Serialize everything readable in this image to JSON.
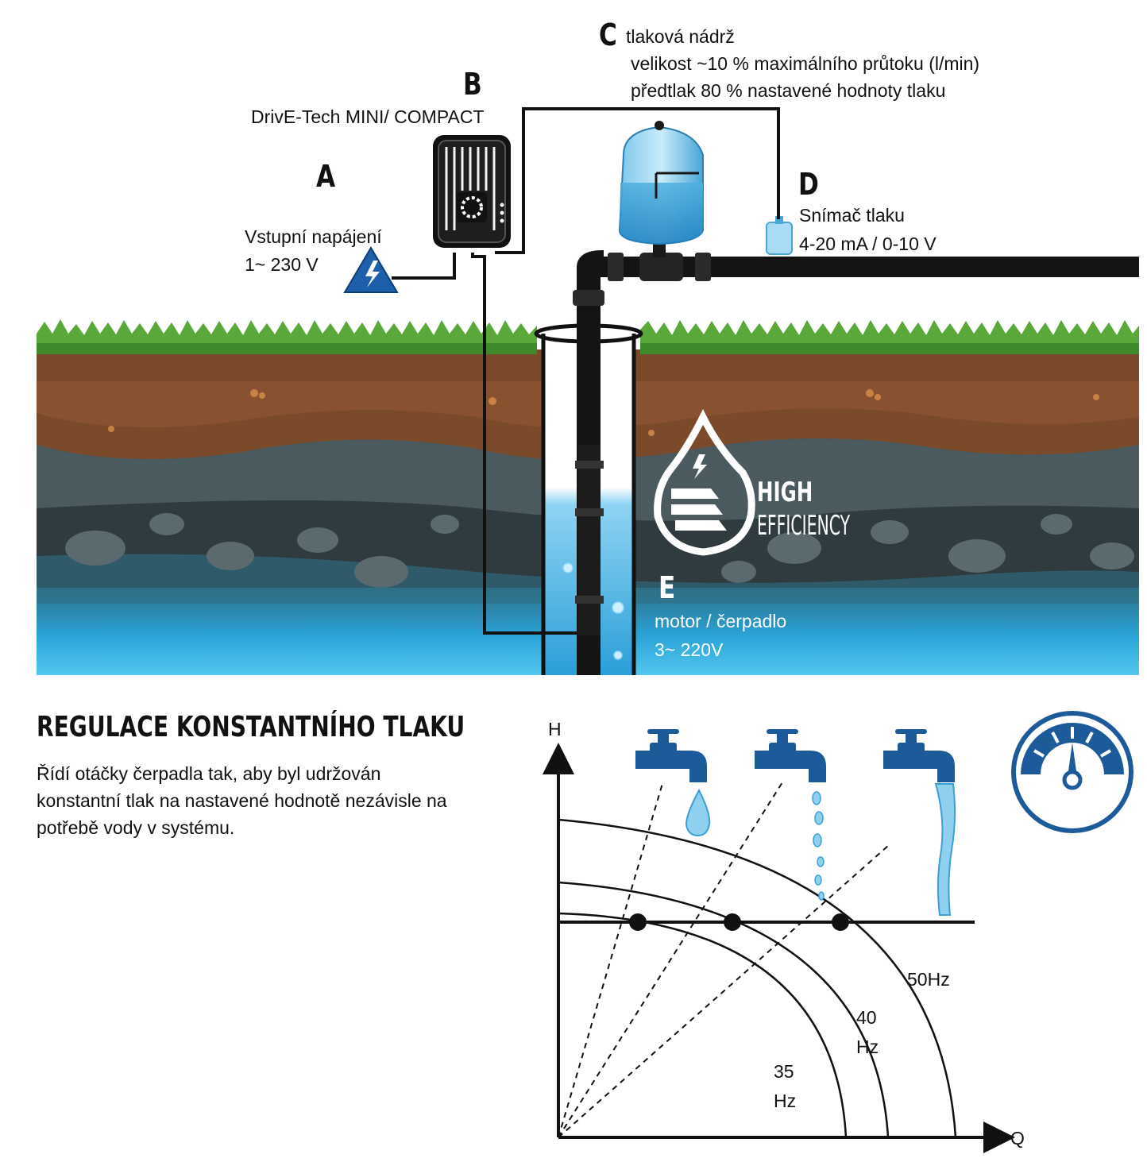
{
  "labels": {
    "A": {
      "letter": "A",
      "line1": "Vstupní napájení",
      "line2": "1~ 230 V"
    },
    "B": {
      "letter": "B",
      "line1": "DrivE-Tech MINI/ COMPACT"
    },
    "C": {
      "letter": "C",
      "line1": "tlaková nádrž",
      "line2": "velikost ~10 % maximálního průtoku (l/min)",
      "line3": "předtlak 80 % nastavené hodnoty tlaku"
    },
    "D": {
      "letter": "D",
      "line1": "Snímač tlaku",
      "line2": "4-20 mA / 0-10 V"
    },
    "E": {
      "letter": "E",
      "line1": "motor / čerpadlo",
      "line2": "3~ 220V"
    }
  },
  "badge": {
    "line1": "HIGH",
    "line2": "EFFICIENCY"
  },
  "section": {
    "title": "REGULACE KONSTANTNÍHO TLAKU",
    "text": "Řídí otáčky čerpadla tak, aby byl udržován konstantní tlak na nastavené hodnotě nezávisle na potřebě vody v systému."
  },
  "chart": {
    "y_axis": "H",
    "x_axis": "Q",
    "curves": [
      "50Hz",
      "40 Hz",
      "35 Hz"
    ],
    "curve_lines": {
      "f50": "50Hz",
      "f40a": "40",
      "f40b": "Hz",
      "f35a": "35",
      "f35b": "Hz"
    }
  },
  "colors": {
    "grass": "#5aa83a",
    "soil": "#7a4a2a",
    "rock": "#3c4a4e",
    "water": "#2aa3d8",
    "accent_blue": "#1d5a9a",
    "pipe": "#141414"
  }
}
